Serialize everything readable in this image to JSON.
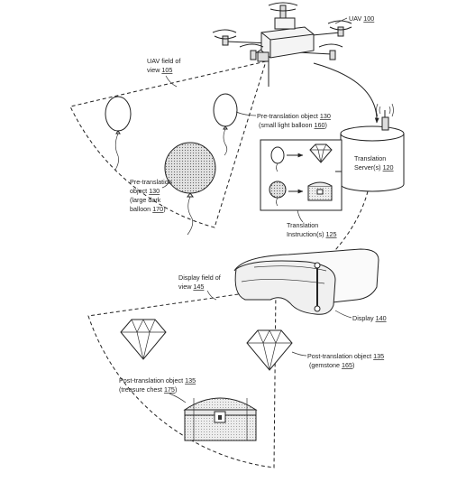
{
  "labels": {
    "uav": {
      "text": "UAV ",
      "ref": "100"
    },
    "uav_fov": {
      "line1": "UAV field of",
      "line2": "view ",
      "ref": "105"
    },
    "pre_obj_small": {
      "line1": "Pre-translation object ",
      "ref1": "130",
      "line2": "(small light balloon ",
      "ref2": "160",
      "close": ")"
    },
    "pre_obj_large": {
      "line1": "Pre-translation",
      "line2": "object ",
      "ref1": "130",
      "line3": "(large dark",
      "line4": "balloon ",
      "ref2": "170",
      "close": ")"
    },
    "server": {
      "line1": "Translation",
      "line2": "Server(s) ",
      "ref": "120"
    },
    "instructions": {
      "line1": "Translation",
      "line2": "Instruction(s) ",
      "ref": "125"
    },
    "display_fov": {
      "line1": "Display field of",
      "line2": "view ",
      "ref": "145"
    },
    "display": {
      "text": "Display ",
      "ref": "140"
    },
    "post_obj_gem": {
      "line1": "Post-translation object ",
      "ref1": "135",
      "line2": "(gemstone ",
      "ref2": "165",
      "close": ")"
    },
    "post_obj_chest": {
      "line1": "Post-translation object ",
      "ref1": "135",
      "line2": "(treasure chest ",
      "ref2": "175",
      "close": ")"
    }
  },
  "icons": [
    "uav-drone-icon",
    "balloon-icon",
    "server-icon",
    "antenna-icon",
    "headset-icon",
    "gemstone-icon",
    "treasure-chest-icon"
  ]
}
